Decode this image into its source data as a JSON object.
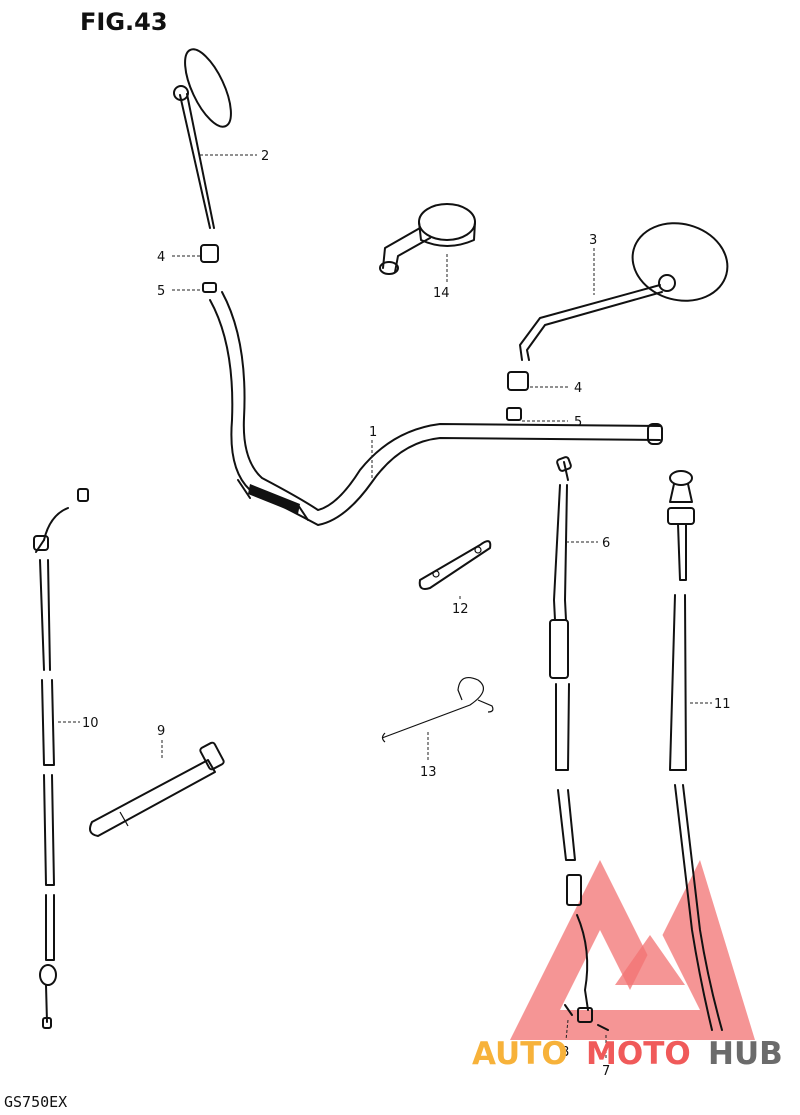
{
  "figure": {
    "title": "FIG.43",
    "model": "GS750EX"
  },
  "callouts": [
    {
      "label": "1"
    },
    {
      "label": "2"
    },
    {
      "label": "3"
    },
    {
      "label": "4"
    },
    {
      "label": "5"
    },
    {
      "label": "4"
    },
    {
      "label": "5"
    },
    {
      "label": "6"
    },
    {
      "label": "7"
    },
    {
      "label": "8"
    },
    {
      "label": "9"
    },
    {
      "label": "10"
    },
    {
      "label": "11"
    },
    {
      "label": "12"
    },
    {
      "label": "13"
    },
    {
      "label": "14"
    }
  ],
  "watermark": {
    "word_auto": "AUTO",
    "word_moto": "MOTO",
    "word_hub": "HUB",
    "colors": {
      "red": "#f05a5a",
      "orange": "#f7b23a",
      "gray": "#6b6b6b"
    }
  },
  "colors": {
    "ink": "#111111",
    "paper": "#ffffff"
  }
}
